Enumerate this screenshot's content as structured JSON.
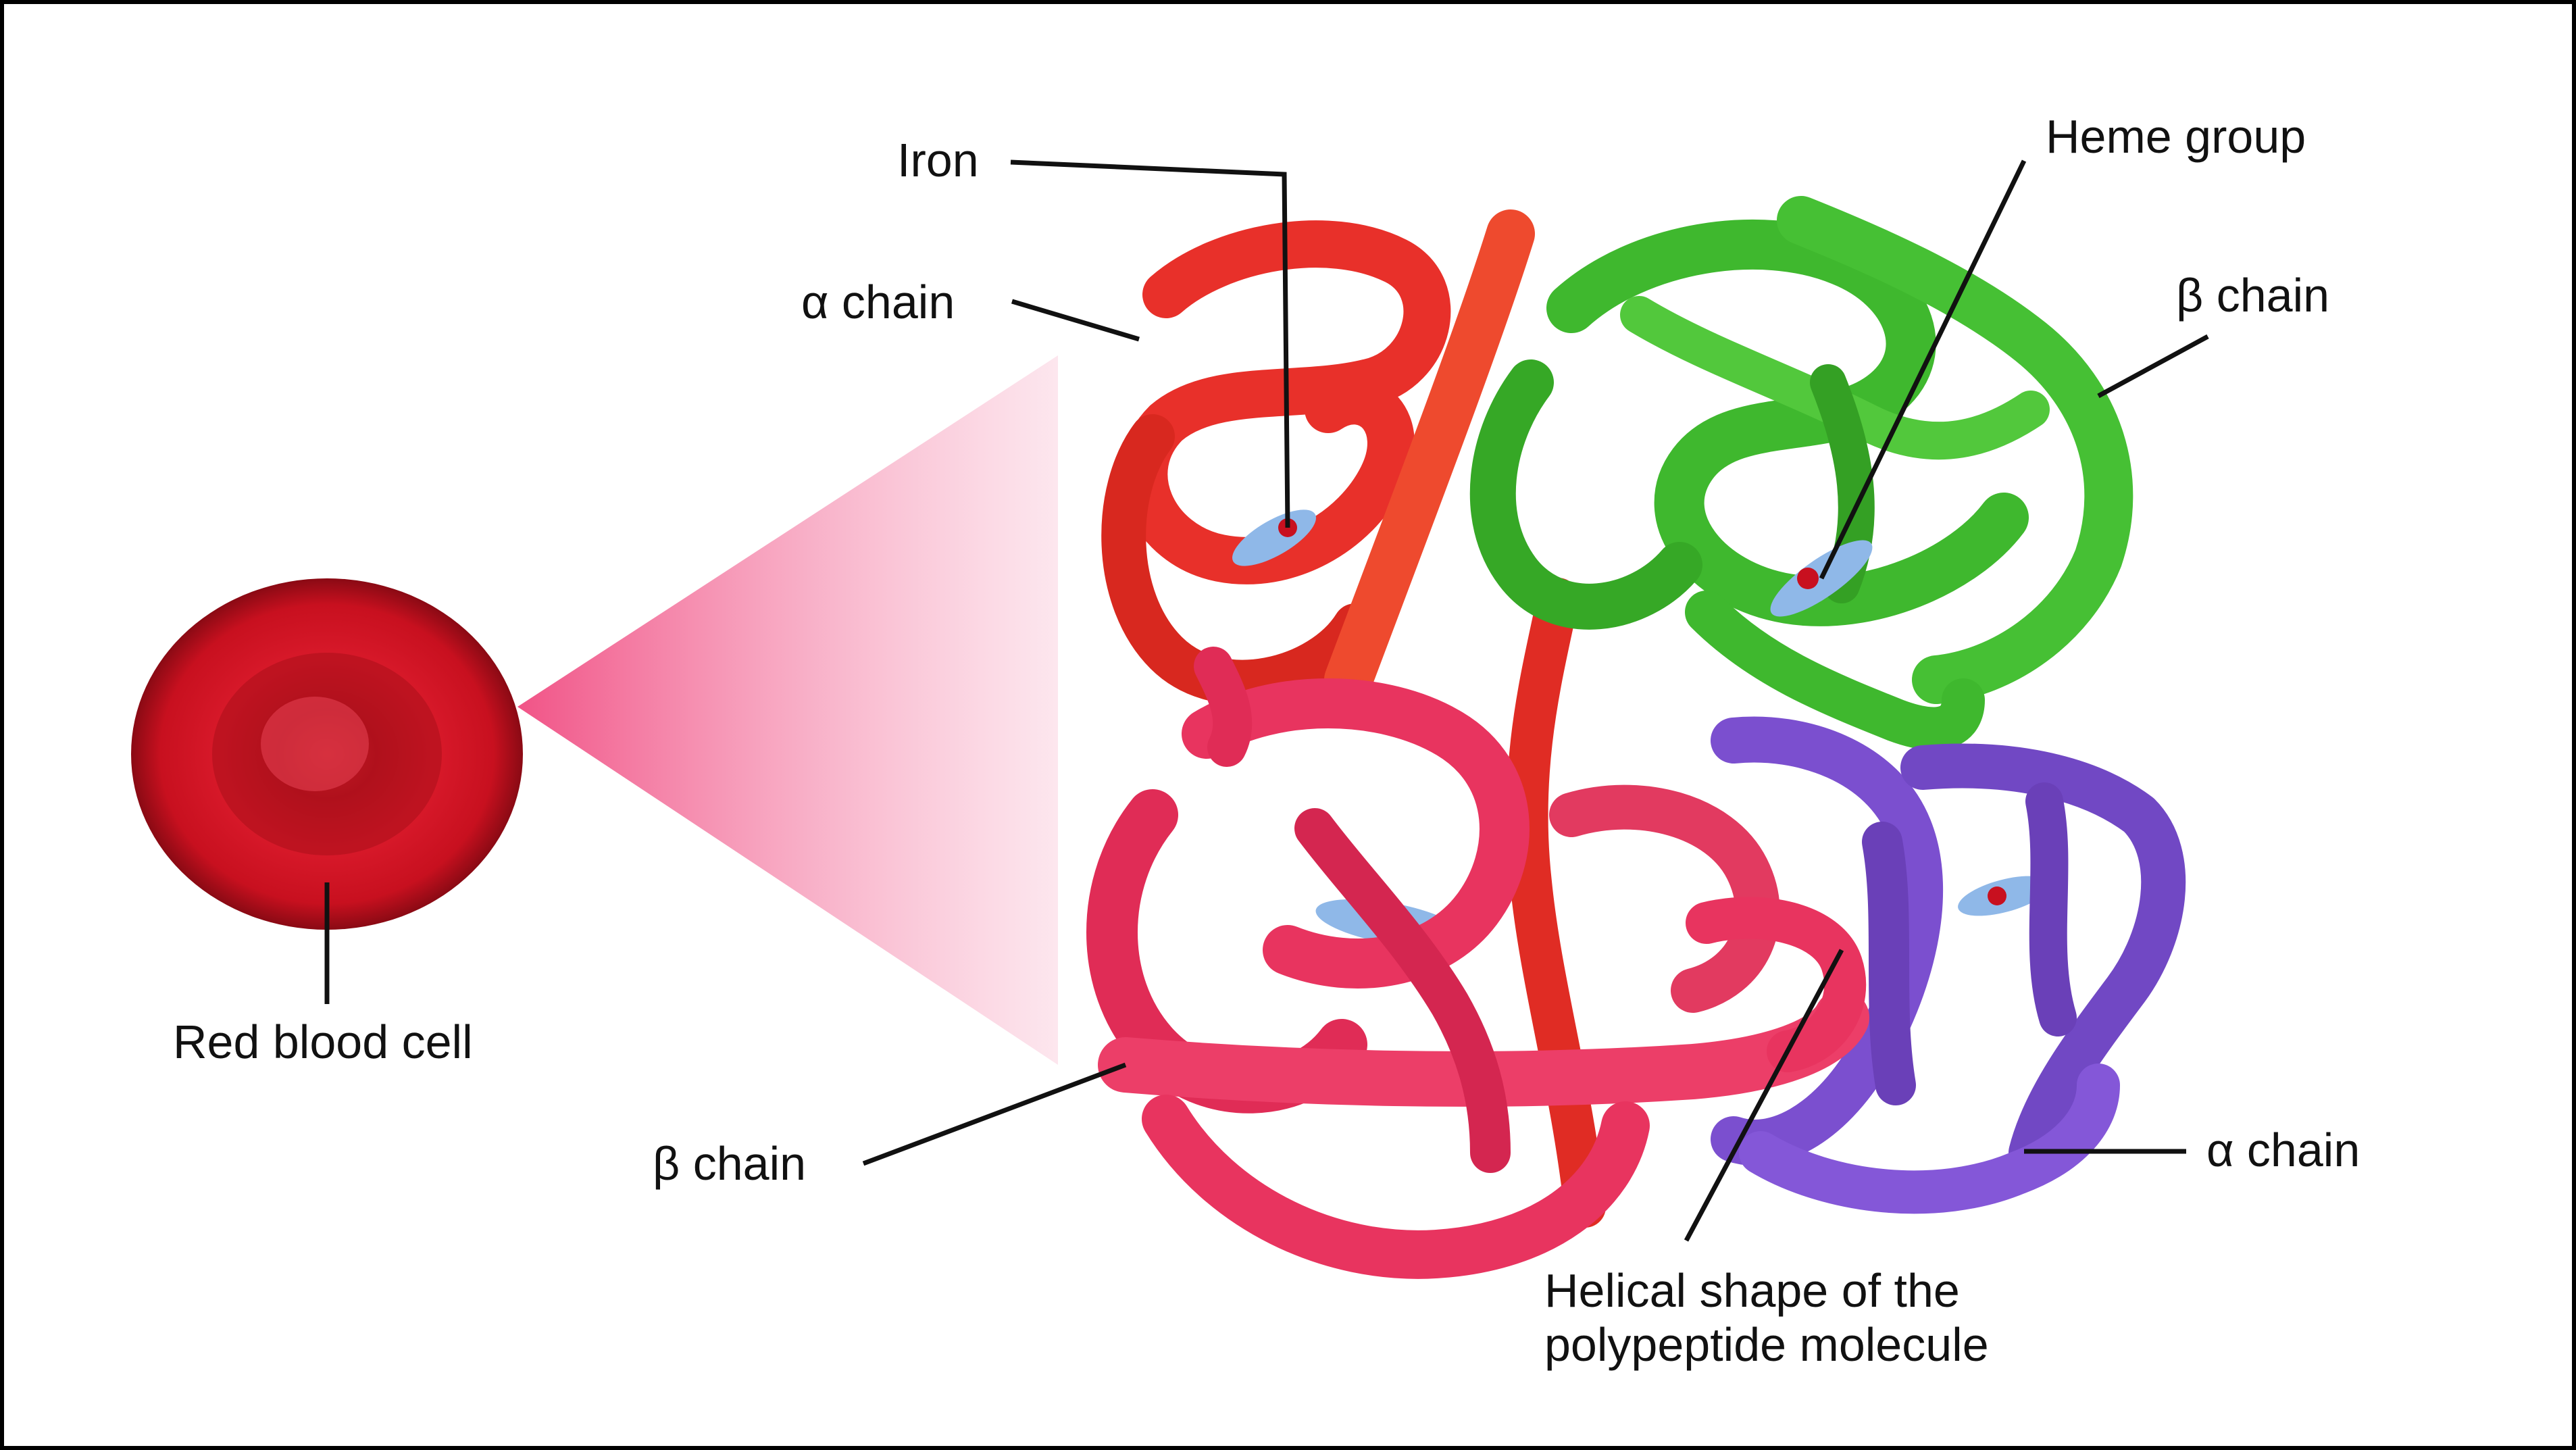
{
  "labels": {
    "iron": "Iron",
    "heme_group": "Heme group",
    "alpha_chain_top": "α chain",
    "beta_chain_right": "β chain",
    "red_blood_cell": "Red blood cell",
    "beta_chain_left": "β chain",
    "alpha_chain_right": "α chain",
    "helical_line1": "Helical shape of the",
    "helical_line2": "polypeptide molecule"
  },
  "colors": {
    "alpha_top": "#e8302a",
    "beta_right": "#3fb82e",
    "beta_left": "#e8345f",
    "alpha_right": "#7b4fcf",
    "cell": "#d8192a",
    "cone": "#f59bb8",
    "heme": "#8fb8e8"
  }
}
